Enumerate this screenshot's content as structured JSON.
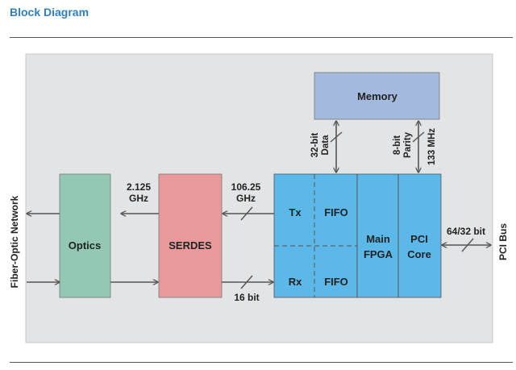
{
  "page": {
    "title": "Block Diagram"
  },
  "colors": {
    "panel": "#e3e4e5",
    "optics": "#93c8b4",
    "serdes": "#e89a9a",
    "fpga": "#5bb8e9",
    "memory": "#a4b9de",
    "line": "#555555",
    "title": "#2e7fc0"
  },
  "blocks": {
    "optics": "Optics",
    "serdes": "SERDES",
    "memory": "Memory",
    "tx": "Tx",
    "rx": "Rx",
    "fifo_top": "FIFO",
    "fifo_bottom": "FIFO",
    "main_fpga_line1": "Main",
    "main_fpga_line2": "FPGA",
    "pci_core_line1": "PCI",
    "pci_core_line2": "Core"
  },
  "labels": {
    "fiber_optic_network": "Fiber-Optic Network",
    "pci_bus": "PCI Bus",
    "freq_2125_line1": "2.125",
    "freq_2125_line2": "GHz",
    "freq_10625_line1": "106.25",
    "freq_10625_line2": "GHz",
    "bits_16": "16 bit",
    "bus_64_32": "64/32 bit",
    "data_32bit_line1": "32-bit",
    "data_32bit_line2": "Data",
    "parity_8bit_line1": "8-bit",
    "parity_8bit_line2": "Parity",
    "clock_133": "133 MHz"
  }
}
